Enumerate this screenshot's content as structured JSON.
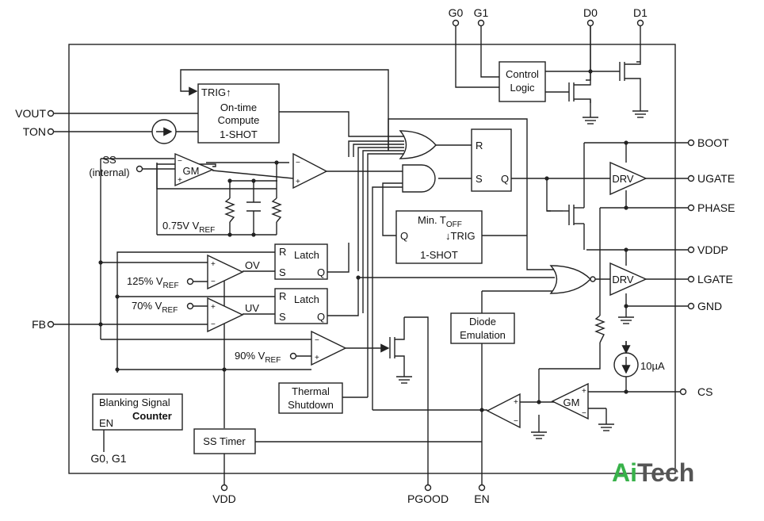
{
  "pins": {
    "g0": "G0",
    "g1": "G1",
    "d0": "D0",
    "d1": "D1",
    "vout": "VOUT",
    "ton": "TON",
    "fb": "FB",
    "boot": "BOOT",
    "ugate": "UGATE",
    "phase": "PHASE",
    "vddp": "VDDP",
    "lgate": "LGATE",
    "gnd": "GND",
    "cs": "CS",
    "vdd": "VDD",
    "pgood": "PGOOD",
    "en": "EN",
    "g0g1": "G0, G1"
  },
  "blocks": {
    "control_logic": [
      "Control",
      "Logic"
    ],
    "ontime": {
      "trig": "TRIG",
      "l1": "On-time",
      "l2": "Compute",
      "l3": "1-SHOT"
    },
    "ss_internal": [
      "SS",
      "(internal)"
    ],
    "gm": "GM",
    "ref075": {
      "main": "0.75V V",
      "sub": "REF"
    },
    "latch": "Latch",
    "r": "R",
    "s": "S",
    "q": "Q",
    "ov": "OV",
    "uv": "UV",
    "ref125": {
      "main": "125% V",
      "sub": "REF"
    },
    "ref70": {
      "main": "70% V",
      "sub": "REF"
    },
    "ref90": {
      "main": "90% V",
      "sub": "REF"
    },
    "mintoff": {
      "main": "Min. T",
      "sub": "OFF",
      "trig": "↓TRIG",
      "oneshot": "1-SHOT"
    },
    "drv": "DRV",
    "diode_emulation": [
      "Diode",
      "Emulation"
    ],
    "thermal_shutdown": [
      "Thermal",
      "Shutdown"
    ],
    "blanking": {
      "l1": "Blanking Signal",
      "l2": "Counter",
      "en": "EN"
    },
    "ss_timer": "SS Timer",
    "current_source": "10µA"
  },
  "watermark": {
    "ai": "Ai",
    "tech": "Tech"
  }
}
